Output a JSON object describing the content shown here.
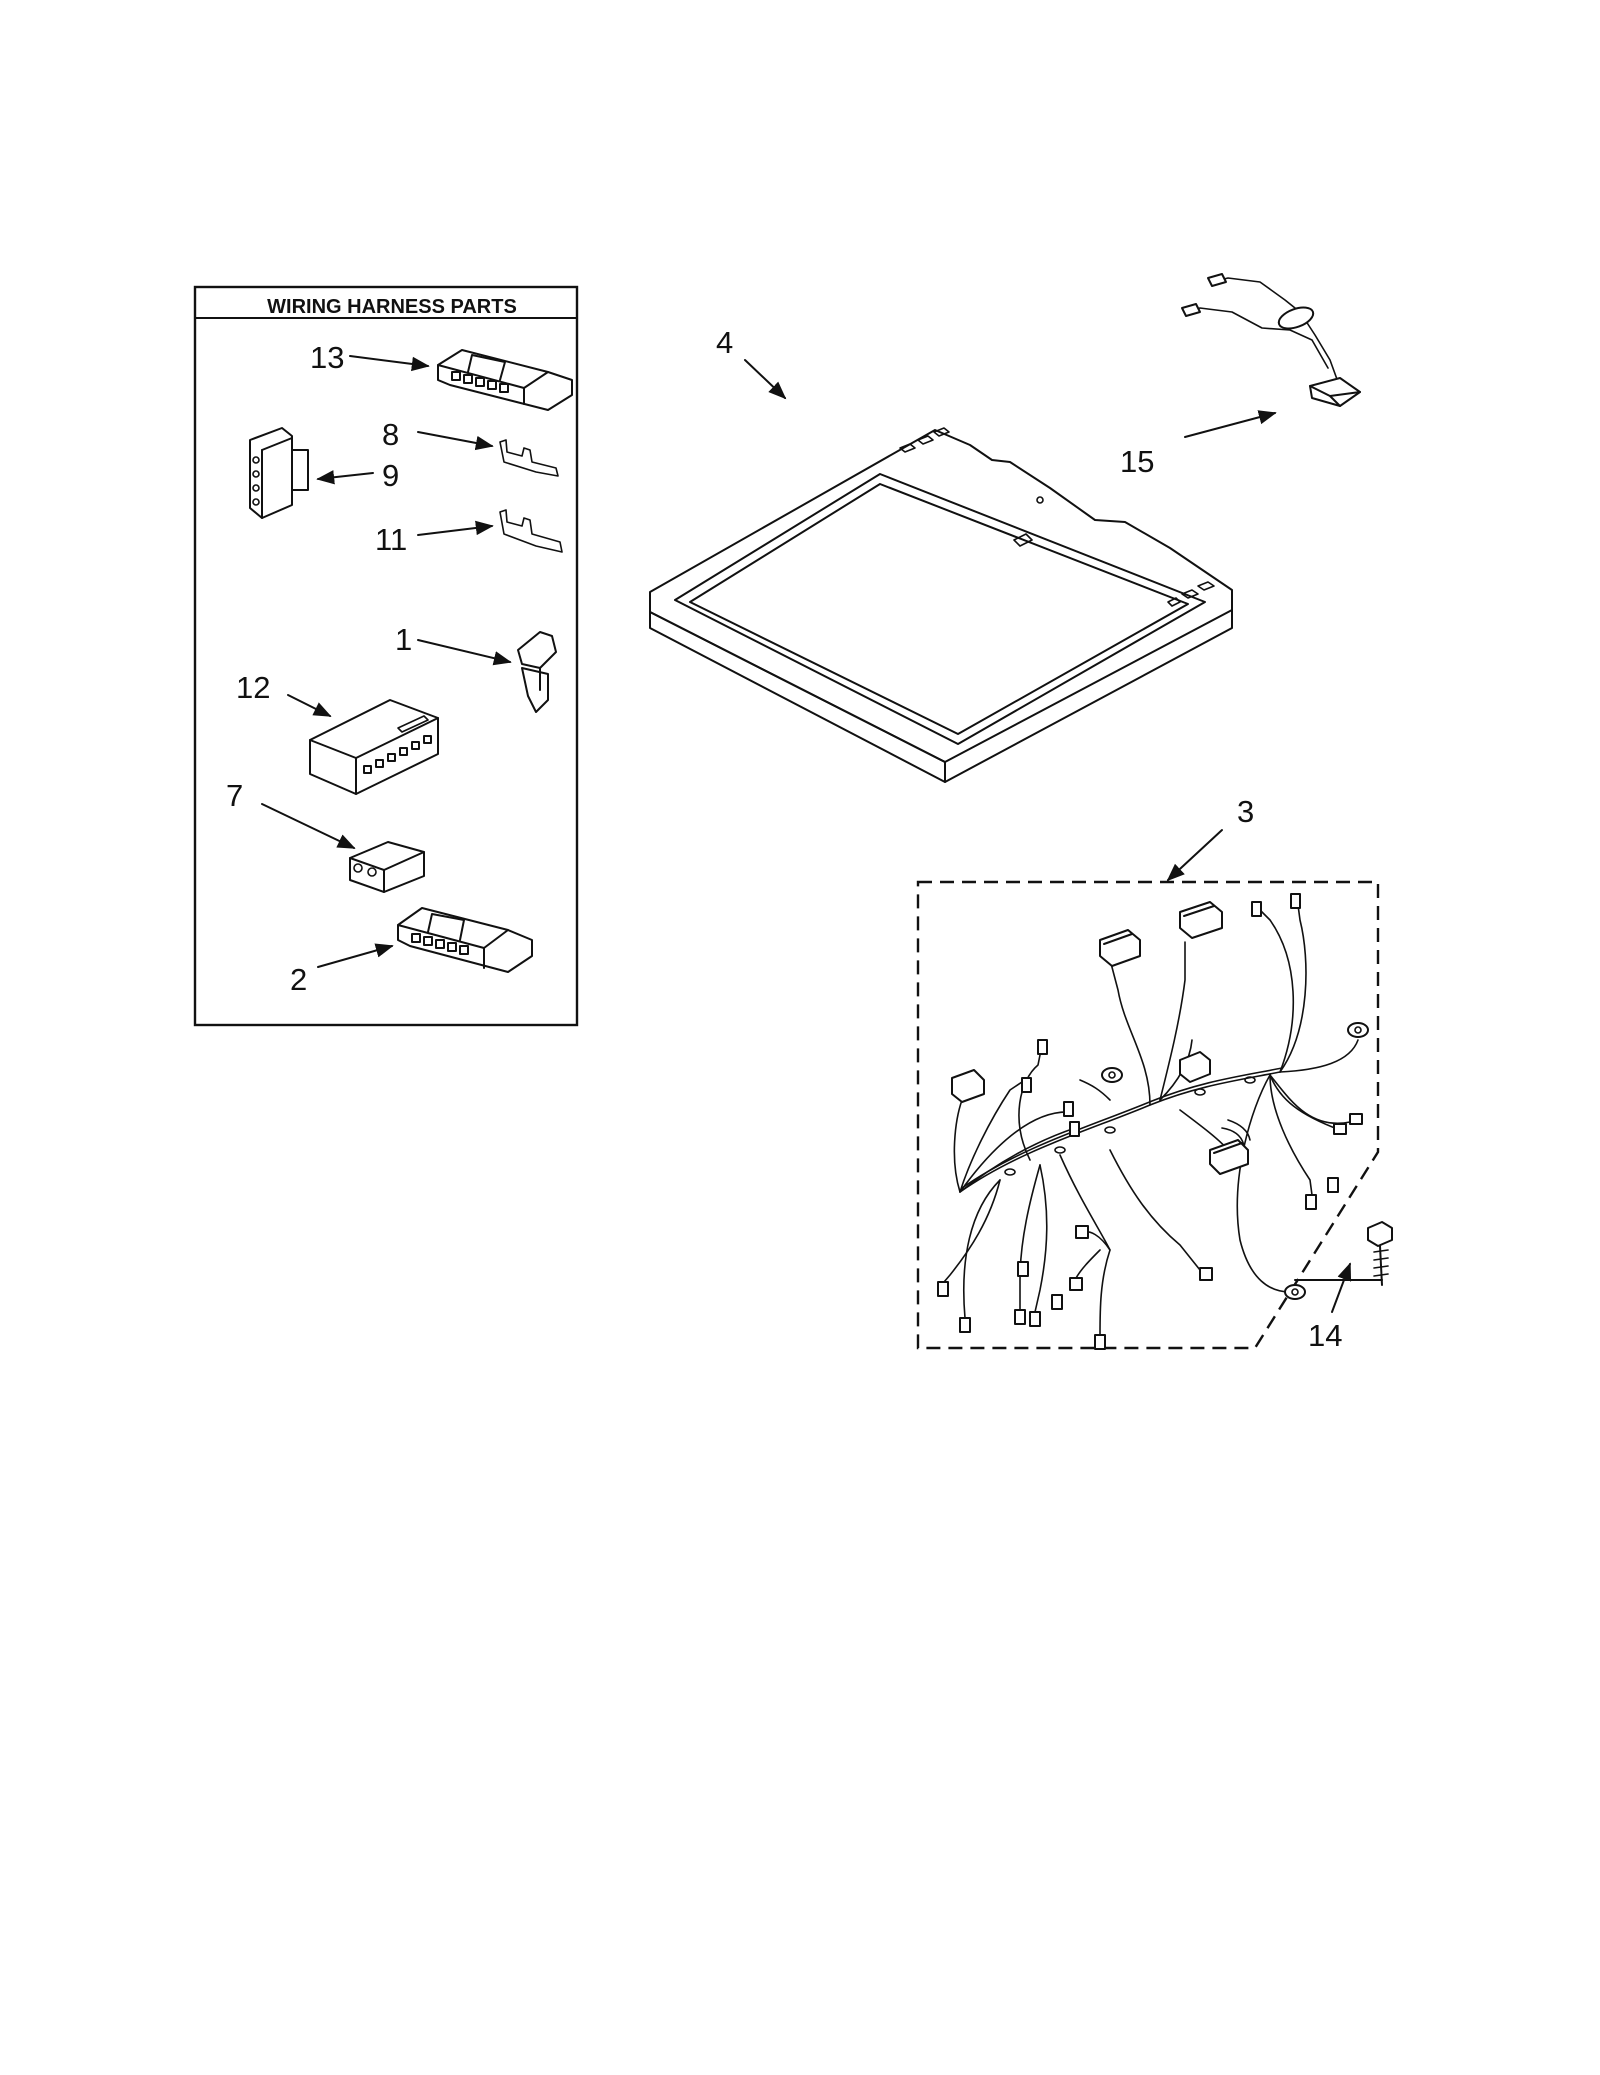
{
  "wiring_harness_box": {
    "title": "WIRING HARNESS PARTS"
  },
  "callouts": [
    {
      "id": "13",
      "label": "13"
    },
    {
      "id": "8",
      "label": "8"
    },
    {
      "id": "9",
      "label": "9"
    },
    {
      "id": "11",
      "label": "11"
    },
    {
      "id": "1",
      "label": "1"
    },
    {
      "id": "12",
      "label": "12"
    },
    {
      "id": "7",
      "label": "7"
    },
    {
      "id": "2",
      "label": "2"
    },
    {
      "id": "4",
      "label": "4"
    },
    {
      "id": "15",
      "label": "15"
    },
    {
      "id": "3",
      "label": "3"
    },
    {
      "id": "14",
      "label": "14"
    }
  ]
}
